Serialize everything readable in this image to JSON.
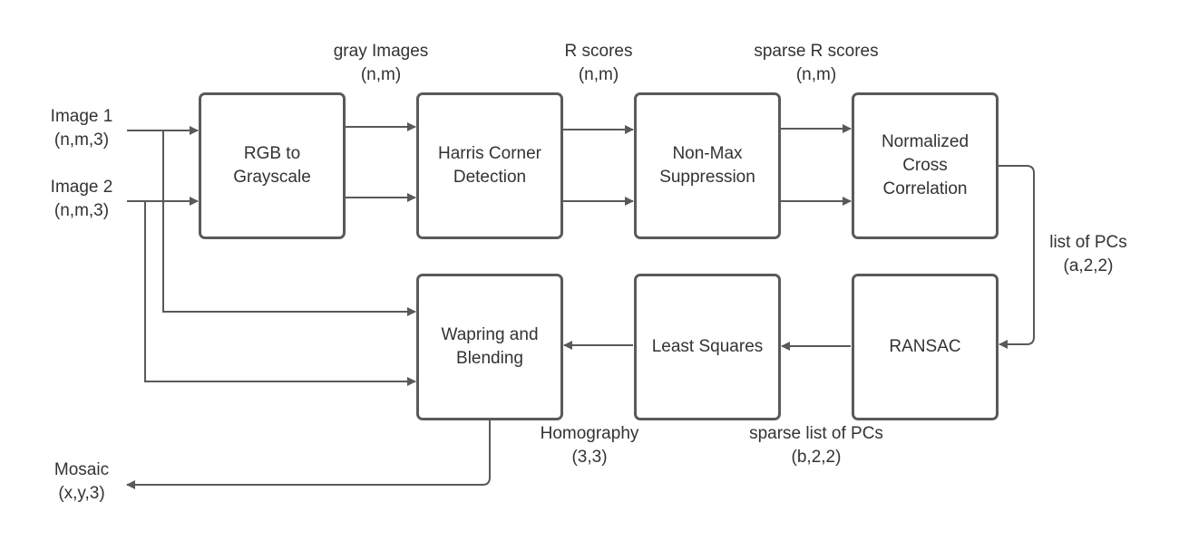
{
  "inputs": {
    "image1": "Image 1\n(n,m,3)",
    "image2": "Image 2\n(n,m,3)"
  },
  "output": {
    "mosaic": "Mosaic\n(x,y,3)"
  },
  "boxes": {
    "rgb_to_gray": "RGB to\nGrayscale",
    "harris": "Harris Corner\nDetection",
    "nonmax": "Non-Max\nSuppression",
    "ncc": "Normalized\nCross\nCorrelation",
    "ransac": "RANSAC",
    "least_squares": "Least Squares",
    "warping": "Wapring and\nBlending"
  },
  "edge_labels": {
    "gray_images": "gray Images\n(n,m)",
    "r_scores": "R scores\n(n,m)",
    "sparse_r_scores": "sparse R scores\n(n,m)",
    "list_of_pcs": "list of PCs\n(a,2,2)",
    "sparse_list_of_pcs": "sparse list of PCs\n(b,2,2)",
    "homography": "Homography\n(3,3)"
  },
  "colors": {
    "line": "#595959",
    "border": "#5a5a5a",
    "text": "#333333"
  }
}
